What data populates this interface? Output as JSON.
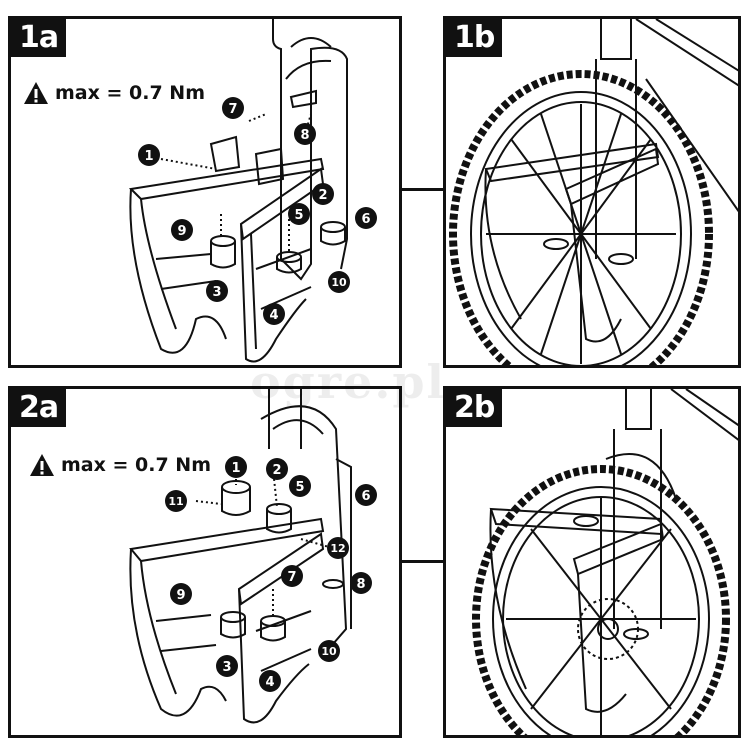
{
  "panels": [
    {
      "id": "1a",
      "label": "1a",
      "torque": "max = 0.7 Nm",
      "callouts": [
        "1",
        "2",
        "3",
        "4",
        "5",
        "6",
        "7",
        "8",
        "9",
        "10"
      ]
    },
    {
      "id": "1b",
      "label": "1b"
    },
    {
      "id": "2a",
      "label": "2a",
      "torque": "max = 0.7 Nm",
      "callouts": [
        "1",
        "2",
        "3",
        "4",
        "5",
        "6",
        "7",
        "8",
        "9",
        "10",
        "11",
        "12"
      ]
    },
    {
      "id": "2b",
      "label": "2b"
    }
  ],
  "watermark": "ogre.pl",
  "icons": {
    "warning": "warning-triangle-icon"
  },
  "colors": {
    "ink": "#111111",
    "paper": "#ffffff"
  }
}
